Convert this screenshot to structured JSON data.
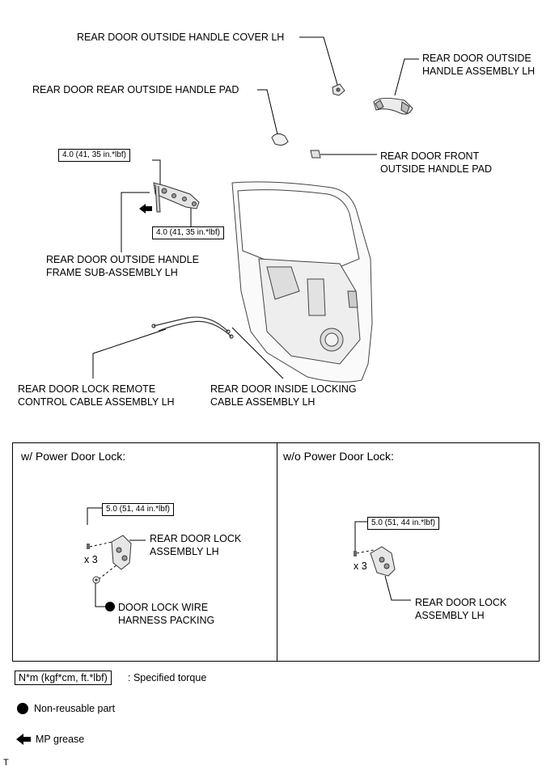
{
  "labels": {
    "outside_handle_cover": "REAR DOOR OUTSIDE HANDLE COVER LH",
    "outside_handle_assy_1": "REAR DOOR OUTSIDE",
    "outside_handle_assy_2": "HANDLE ASSEMBLY LH",
    "rear_outside_handle_pad": "REAR DOOR REAR OUTSIDE HANDLE PAD",
    "front_outside_handle_pad_1": "REAR DOOR FRONT",
    "front_outside_handle_pad_2": "OUTSIDE HANDLE PAD",
    "frame_sub_assy_1": "REAR DOOR OUTSIDE HANDLE",
    "frame_sub_assy_2": "FRAME SUB-ASSEMBLY LH",
    "remote_cable_1": "REAR DOOR LOCK REMOTE",
    "remote_cable_2": "CONTROL CABLE ASSEMBLY LH",
    "inside_locking_cable_1": "REAR DOOR INSIDE LOCKING",
    "inside_locking_cable_2": "CABLE ASSEMBLY LH"
  },
  "torques": {
    "frame_upper": "4.0 (41, 35 in.*lbf)",
    "frame_lower": "4.0 (41, 35 in.*lbf)",
    "lock_power": "5.0 (51, 44 in.*lbf)",
    "lock_no_power": "5.0 (51, 44 in.*lbf)"
  },
  "panels": {
    "power": {
      "title": "w/ Power Door Lock:",
      "qty": "x 3",
      "lock_label_1": "REAR DOOR LOCK",
      "lock_label_2": "ASSEMBLY LH",
      "packing_label_1": "DOOR LOCK WIRE",
      "packing_label_2": "HARNESS PACKING"
    },
    "no_power": {
      "title": "w/o Power Door Lock:",
      "qty": "x 3",
      "lock_label_1": "REAR DOOR LOCK",
      "lock_label_2": "ASSEMBLY LH"
    }
  },
  "legend": {
    "torque_box": "N*m (kgf*cm, ft.*lbf)",
    "torque_text": ": Specified torque",
    "non_reusable": "Non-reusable part",
    "grease": "MP grease"
  },
  "footer_mark": "T"
}
